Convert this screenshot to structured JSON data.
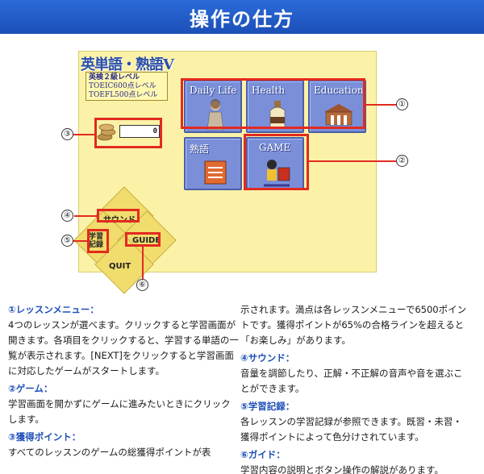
{
  "header": {
    "title": "操作の仕方"
  },
  "app": {
    "title": "英単語・熟語Ⅴ",
    "levels": [
      "英検２級レベル",
      "TOEIC600点レベル",
      "TOEFL500点レベル"
    ],
    "menu": [
      {
        "label": "Daily Life"
      },
      {
        "label": "Health"
      },
      {
        "label": "Education"
      },
      {
        "label": "熟語"
      },
      {
        "label": "GAME"
      }
    ],
    "points_value": "0",
    "buttons": {
      "sound": "サウンド",
      "record": "学習\n記録",
      "guide": "GUIDE",
      "quit": "QUIT"
    }
  },
  "callouts": [
    "①",
    "②",
    "③",
    "④",
    "⑤",
    "⑥"
  ],
  "sections": [
    {
      "head": "①レッスンメニュー：",
      "body": "4つのレッスンが選べます。クリックすると学習画面が開きます。各項目をクリックすると、学習する単語の一覧が表示されます。[NEXT]をクリックすると学習画面に対応したゲームがスタートします。"
    },
    {
      "head": "②ゲーム：",
      "body": "学習画面を開かずにゲームに進みたいときにクリックします。"
    },
    {
      "head": "③獲得ポイント：",
      "body": "すべてのレッスンのゲームの総獲得ポイントが表示されます。満点は各レッスンメニューで6500ポイントです。獲得ポイントが65%の合格ラインを超えると「お楽しみ」があります。"
    },
    {
      "head": "④サウンド：",
      "body": "音量を調節したり、正解・不正解の音声や音を選ぶことができます。"
    },
    {
      "head": "⑤学習記録：",
      "body": "各レッスンの学習記録が参照できます。既習・未習・獲得ポイントによって色分けされています。"
    },
    {
      "head": "⑥ガイド：",
      "body": "学習内容の説明とボタン操作の解説があります。"
    }
  ],
  "text_split": {
    "left_third": "すべてのレッスンのゲームの総獲得ポイントが表",
    "right_third": "示されます。満点は各レッスンメニューで6500ポイントです。獲得ポイントが65%の合格ラインを超えると「お楽しみ」があります。"
  },
  "colors": {
    "header": "#1c4fb8",
    "accent": "#1e4fb8",
    "callout_red": "#e22a20",
    "screen_bg": "#fbf2a8",
    "menu_tile": "#7a8fd8"
  }
}
